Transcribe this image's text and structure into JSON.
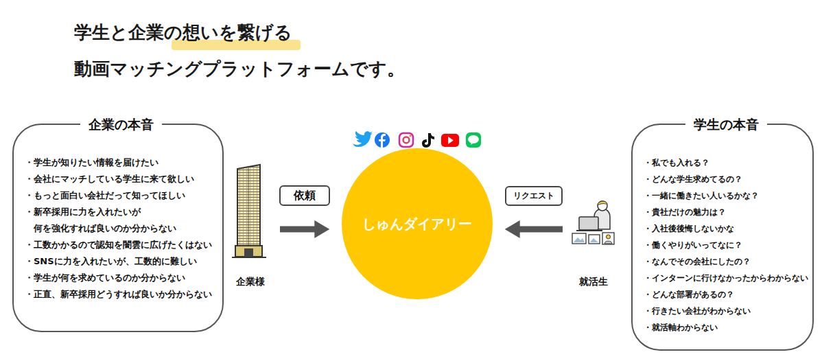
{
  "diagram": {
    "title": "学生と企業の想いを繋げる 動画マッチングプラットフォームです。",
    "nodes": [
      {
        "text": [
          "企業の本音",
          "・学生が知りたい情報を届けたい",
          "・会社にマッチしている学生に来て欲しい",
          "・もっと面白い会社だって知ってほしい",
          "・新卒採用に力を入れたいが 何を強化すれば良いのか分からない",
          "・工数かかるので認知を闇雲に広げたくはない",
          "・SNSに力を入れたいが、工数的に難しい",
          "・学生が何を求めているのか分からない",
          "・正直、新卒採用どうすれば良いか分からない"
        ]
      },
      {
        "text": [
          "企業様"
        ]
      },
      {
        "text": [
          "しゅんダイアリー"
        ]
      },
      {
        "text": [
          "就活生"
        ]
      },
      {
        "text": [
          "学生の本音",
          "・私でも入れる？",
          "・どんな学生求めてるの？",
          "・一緒に働きたい人いるかな？",
          "・貴社だけの魅力は？",
          "・入社後後悔しないかな",
          "・働くやりがいってなに？",
          "・なんでその会社にしたの？",
          "・インターンに行けなかったからわからない",
          "・どんな部署があるの？",
          "・行きたい会社がわからない",
          "・就活軸わからない"
        ]
      }
    ],
    "edges": [
      {
        "from": 1,
        "to": 2,
        "arrow": "to",
        "label": "依頼"
      },
      {
        "from": 3,
        "to": 2,
        "arrow": "to",
        "label": "リクエスト"
      }
    ]
  }
}
